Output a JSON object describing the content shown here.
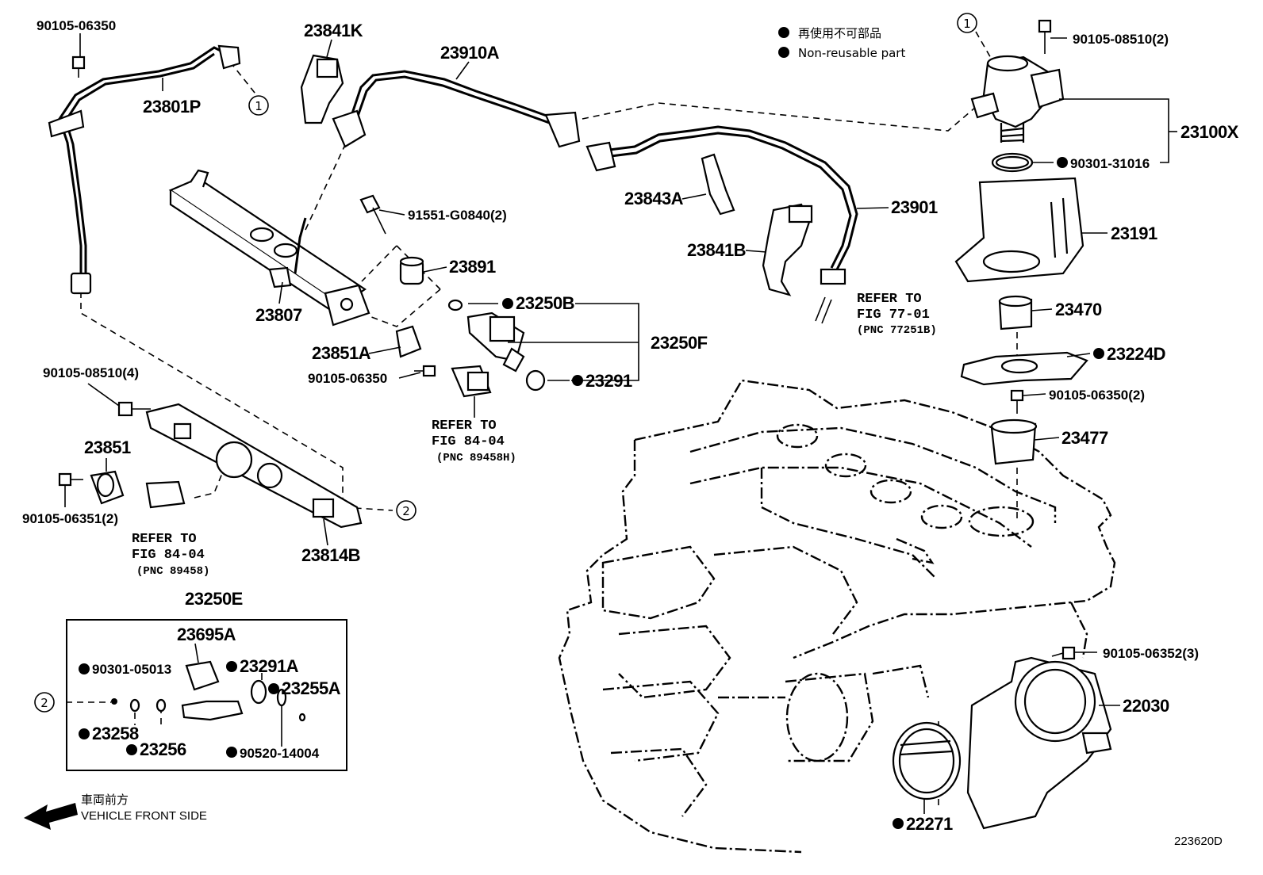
{
  "legend": {
    "line_ja": "再使用不可部品",
    "line_en": "Non-reusable part"
  },
  "vehicle_front": {
    "ja": "車両前方",
    "en": "VEHICLE FRONT SIDE"
  },
  "diagram_code": "223620D",
  "box_title": "23250E",
  "callouts": {
    "c1": "1",
    "c2": "2"
  },
  "labels": {
    "p90105_06350_top": "90105-06350",
    "p23801P": "23801P",
    "p23841K": "23841K",
    "p23910A": "23910A",
    "p23807": "23807",
    "p91551": "91551-G0840(2)",
    "p23891": "23891",
    "p23250B": "23250B",
    "p23250F": "23250F",
    "p23291": "23291",
    "p23851A": "23851A",
    "p90105_06350_mid": "90105-06350",
    "p23843A": "23843A",
    "p23841B": "23841B",
    "p23901": "23901",
    "p90105_08510_2": "90105-08510(2)",
    "p23100X": "23100X",
    "p90301_31016": "90301-31016",
    "p23191": "23191",
    "p23470": "23470",
    "p23224D": "23224D",
    "p90105_06350_2": "90105-06350(2)",
    "p23477": "23477",
    "p90105_08510_4": "90105-08510(4)",
    "p23851": "23851",
    "p90105_06351_2": "90105-06351(2)",
    "p23814B": "23814B",
    "p23695A": "23695A",
    "p90301_05013": "90301-05013",
    "p23291A": "23291A",
    "p23255A": "23255A",
    "p23258": "23258",
    "p23256": "23256",
    "p90520_14004": "90520-14004",
    "p90105_06352_3": "90105-06352(3)",
    "p22030": "22030",
    "p22271": "22271"
  },
  "refs": {
    "r1": {
      "line1": "REFER TO",
      "line2": "FIG 77-01",
      "line3": "(PNC 77251B)"
    },
    "r2": {
      "line1": "REFER TO",
      "line2": "FIG 84-04",
      "line3": "(PNC 89458H)"
    },
    "r3": {
      "line1": "REFER TO",
      "line2": "FIG 84-04",
      "line3": "(PNC 89458)"
    }
  }
}
